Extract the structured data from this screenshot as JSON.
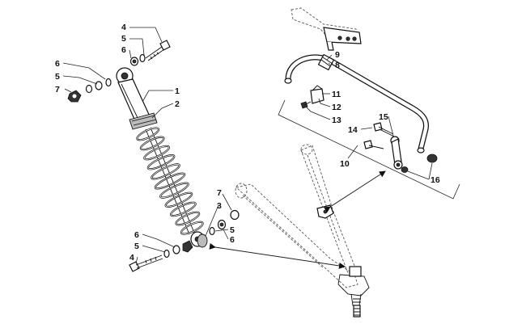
{
  "labels": {
    "1": "1",
    "2": "2",
    "3": "3",
    "4a": "4",
    "4b": "4",
    "5a": "5",
    "5b": "5",
    "5c": "5",
    "5d": "5",
    "6a": "6",
    "6b": "6",
    "6c": "6",
    "6d": "6",
    "7a": "7",
    "7b": "7",
    "8": "8",
    "9": "9",
    "10": "10",
    "11": "11",
    "12": "12",
    "13": "13",
    "14": "14",
    "15": "15",
    "16": "16"
  },
  "colors": {
    "line": "#111111",
    "background": "#ffffff"
  }
}
